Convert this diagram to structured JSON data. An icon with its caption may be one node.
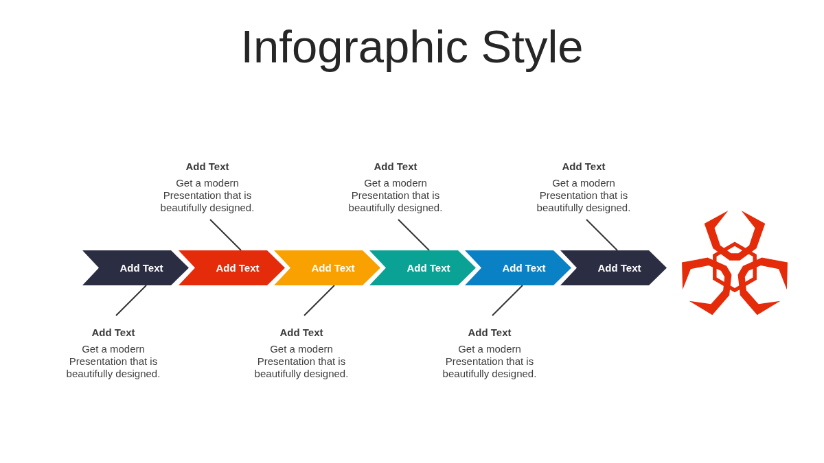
{
  "diagram": {
    "title": "Infographic Style",
    "nodes": [
      {
        "text": [
          "Add Text",
          "Get a modern Presentation that is beautifully designed."
        ]
      },
      {
        "text": [
          "Add Text",
          "Get a modern Presentation that is beautifully designed."
        ]
      },
      {
        "text": [
          "Add Text",
          "Get a modern Presentation that is beautifully designed."
        ]
      },
      {
        "text": [
          "Add Text"
        ]
      },
      {
        "text": [
          "Add Text"
        ]
      },
      {
        "text": [
          "Add Text"
        ]
      },
      {
        "text": [
          "Add Text"
        ]
      },
      {
        "text": [
          "Add Text"
        ]
      },
      {
        "text": [
          "Add Text"
        ]
      },
      {
        "text": [
          "Add Text",
          "Get a modern Presentation that is beautifully designed."
        ]
      },
      {
        "text": [
          "Add Text",
          "Get a modern Presentation that is beautifully designed."
        ]
      },
      {
        "text": [
          "Add Text",
          "Get a modern Presentation that is beautifully designed."
        ]
      }
    ],
    "edges": [
      {
        "from": 0,
        "to": 4,
        "arrow": "none"
      },
      {
        "from": 1,
        "to": 6,
        "arrow": "none"
      },
      {
        "from": 2,
        "to": 8,
        "arrow": "none"
      },
      {
        "from": 9,
        "to": 3,
        "arrow": "none"
      },
      {
        "from": 10,
        "to": 5,
        "arrow": "none"
      },
      {
        "from": 11,
        "to": 7,
        "arrow": "none"
      }
    ]
  }
}
